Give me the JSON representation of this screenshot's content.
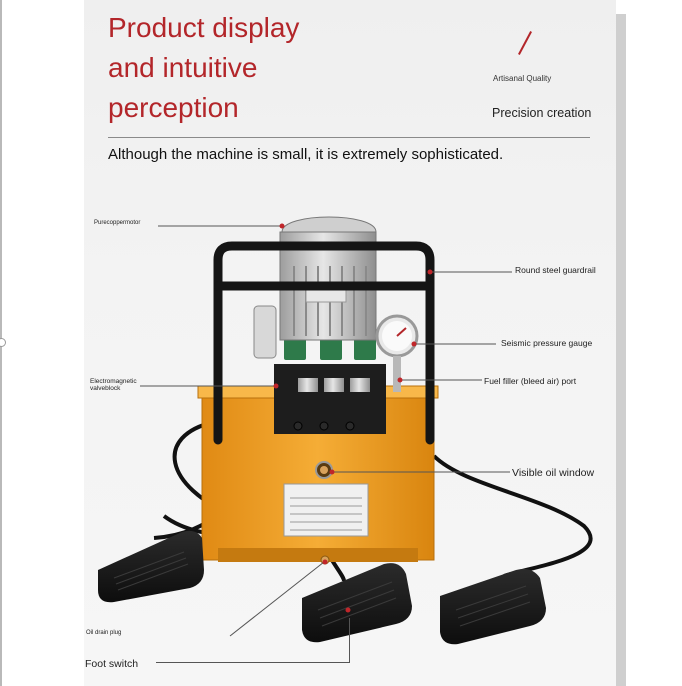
{
  "headline": {
    "line1": "Product display",
    "line2": "and intuitive",
    "line3": "perception"
  },
  "tags": {
    "small": "Artisanal Quality",
    "tagline": "Precision creation"
  },
  "subtitle": "Although the machine is small, it is extremely sophisticated.",
  "callouts": {
    "motor": "Purecoppermotor",
    "guardrail": "Round steel guardrail",
    "gauge": "Seismic pressure gauge",
    "valve_line1": "Electromagnetic",
    "valve_line2": "valveblock",
    "filler": "Fuel filler (bleed air) port",
    "oil_window": "Visible oil window",
    "drain": "Oil drain plug",
    "foot_switch": "Foot switch"
  },
  "colors": {
    "headline_red": "#b3262a",
    "tank_yellow": "#f2a126",
    "motor_grey": "#c8c8c8",
    "frame_black": "#151515",
    "valve_green": "#2e7a4a"
  }
}
